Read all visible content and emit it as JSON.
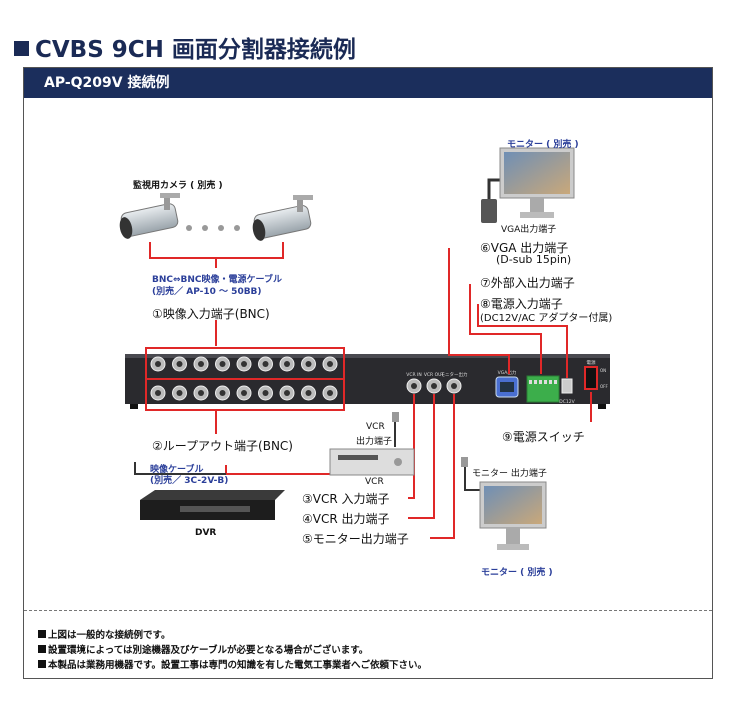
{
  "page_title": "CVBS 9CH 画面分割器接続例",
  "panel_title": "AP-Q209V 接続例",
  "labels": {
    "camera": "監視用カメラ ( 別売 )",
    "bnc_cable_1": "BNC⇔BNC映像・電源ケーブル",
    "bnc_cable_2": "(別売／ AP-10 ～ 50BB)",
    "port1": "①映像入力端子(BNC)",
    "port2": "②ループアウト端子(BNC)",
    "video_cable_1": "映像ケーブル",
    "video_cable_2": "(別売／ 3C-2V-B)",
    "dvr": "DVR",
    "vcr_terminal_1": "VCR",
    "vcr_terminal_2": "出力端子",
    "vcr": "VCR",
    "port3": "③VCR 入力端子",
    "port4": "④VCR 出力端子",
    "port5": "⑤モニター出力端子",
    "monitor_top": "モニター ( 別売 )",
    "vga_out": "VGA出力端子",
    "port6": "⑥VGA 出力端子",
    "port6_sub": "(D-sub 15pin)",
    "port7": "⑦外部入出力端子",
    "port8": "⑧電源入力端子",
    "port8_sub": "(DC12V/AC アダプター付属)",
    "port9": "⑨電源スイッチ",
    "monitor_out": "モニター 出力端子",
    "monitor_bottom": "モニター ( 別売 )"
  },
  "device": {
    "vcr_out": "VCR IN",
    "vcr_in": "VCR OUT",
    "monitor": "モニター出力",
    "vga": "VGA出力",
    "power": "電源",
    "dc": "DC12V",
    "on": "ON",
    "off": "OFF"
  },
  "notes": [
    "上図は一般的な接続例です。",
    "設置環境によっては別途機器及びケーブルが必要となる場合がございます。",
    "本製品は業務用機器です。設置工事は専門の知識を有した電気工事業者へご依頼下さい。"
  ],
  "colors": {
    "header_bg": "#1b2e5c",
    "connector_red": "#e02828",
    "label_blue": "#2b3f9a"
  }
}
